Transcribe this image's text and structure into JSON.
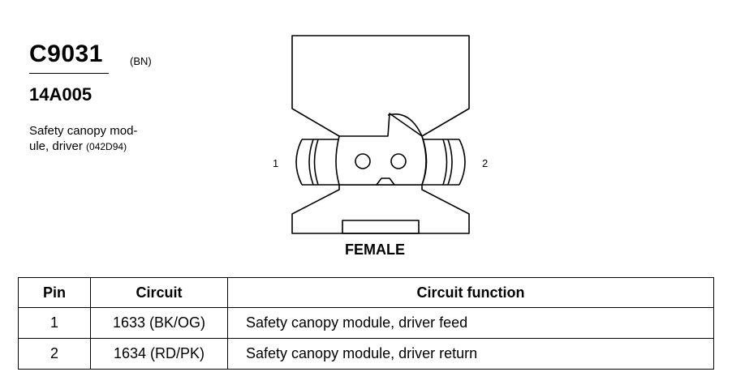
{
  "header": {
    "connector_id": "C9031",
    "connector_color": "(BN)",
    "part_number": "14A005",
    "description_line1": "Safety canopy mod-",
    "description_line2": "ule, driver",
    "description_code": "(042D94)"
  },
  "diagram": {
    "pin_left": "1",
    "pin_right": "2",
    "gender": "FEMALE"
  },
  "table": {
    "headers": [
      "Pin",
      "Circuit",
      "Circuit function"
    ],
    "rows": [
      {
        "pin": "1",
        "circuit": "1633 (BK/OG)",
        "function": "Safety canopy module, driver  feed"
      },
      {
        "pin": "2",
        "circuit": "1634 (RD/PK)",
        "function": "Safety canopy module, driver  return"
      }
    ]
  }
}
